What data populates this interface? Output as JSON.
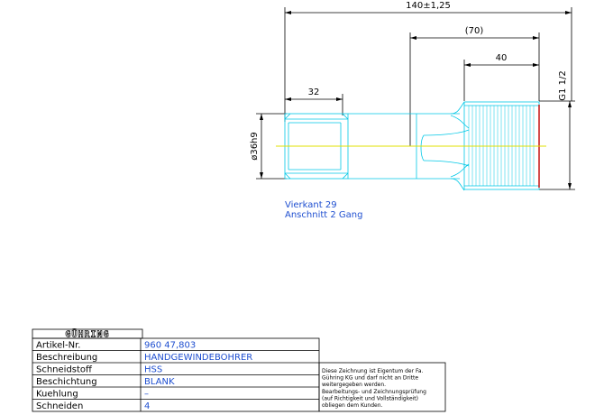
{
  "dimensions": {
    "overall_length": "140±1,25",
    "ref_length": "(70)",
    "thread_length": "40",
    "square_length": "32",
    "shank_diameter": "ø36h9",
    "thread_size": "G1 1/2"
  },
  "notes": {
    "line1": "Vierkant 29",
    "line2": "Anschnitt 2 Gang"
  },
  "title_block": {
    "brand": "GÜHRING",
    "rows": [
      {
        "label": "Artikel-Nr.",
        "value": "960 47,803"
      },
      {
        "label": "Beschreibung",
        "value": "HANDGEWINDEBOHRER"
      },
      {
        "label": "Schneidstoff",
        "value": "HSS"
      },
      {
        "label": "Beschichtung",
        "value": "BLANK"
      },
      {
        "label": "Kuehlung",
        "value": "–"
      },
      {
        "label": "Schneiden",
        "value": "4"
      }
    ],
    "disclaimer": [
      "Diese Zeichnung ist Eigentum der Fa.",
      "Gühring KG und darf nicht an Dritte",
      "weitergegeben werden.",
      "Bearbeitungs- und Zeichnungsprüfung",
      "(auf Richtigkeit und Vollständigkeit)",
      "obliegen dem Kunden."
    ]
  },
  "colors": {
    "outline": "#00c8e6",
    "centerline": "#e0e000",
    "dimension": "#000000",
    "annotation": "#1f4fd0",
    "thread_mark": "#c00000"
  }
}
